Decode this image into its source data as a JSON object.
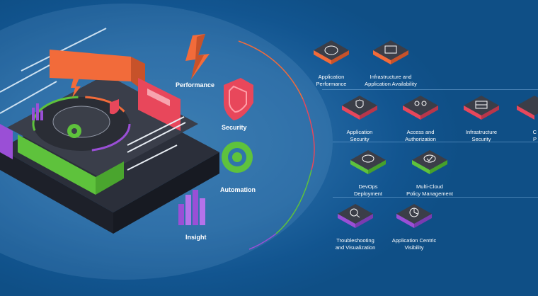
{
  "categories": [
    {
      "key": "performance",
      "label": "Performance",
      "color": "#f26b3a"
    },
    {
      "key": "security",
      "label": "Security",
      "color": "#e8475b"
    },
    {
      "key": "automation",
      "label": "Automation",
      "color": "#5ec23c"
    },
    {
      "key": "insight",
      "label": "Insight",
      "color": "#9a4fd6"
    }
  ],
  "tiles": {
    "app_performance": {
      "label": "Application\nPerformance",
      "color": "#f26b3a",
      "icon": "gauge-icon"
    },
    "infra_availability": {
      "label": "Infrastructure and\nApplication Availability",
      "color": "#f26b3a",
      "icon": "server-clock-icon"
    },
    "app_security": {
      "label": "Application\nSecurity",
      "color": "#e8475b",
      "icon": "shield-icon"
    },
    "access_auth": {
      "label": "Access and\nAuthorization",
      "color": "#e8475b",
      "icon": "users-lock-icon"
    },
    "infra_security": {
      "label": "Infrastructure\nSecurity",
      "color": "#e8475b",
      "icon": "firewall-icon"
    },
    "partial_security": {
      "label": "C\nP",
      "color": "#e8475b",
      "icon": "cloud-icon"
    },
    "devops": {
      "label": "DevOps\nDeployment",
      "color": "#5ec23c",
      "icon": "cloud-gear-icon"
    },
    "multicloud": {
      "label": "Multi-Cloud\nPolicy Management",
      "color": "#5ec23c",
      "icon": "cloud-check-icon"
    },
    "troubleshooting": {
      "label": "Troubleshooting\nand Visualization",
      "color": "#9a4fd6",
      "icon": "magnifier-chart-icon"
    },
    "app_visibility": {
      "label": "Application Centric\nVisibility",
      "color": "#9a4fd6",
      "icon": "pie-chart-icon"
    }
  }
}
